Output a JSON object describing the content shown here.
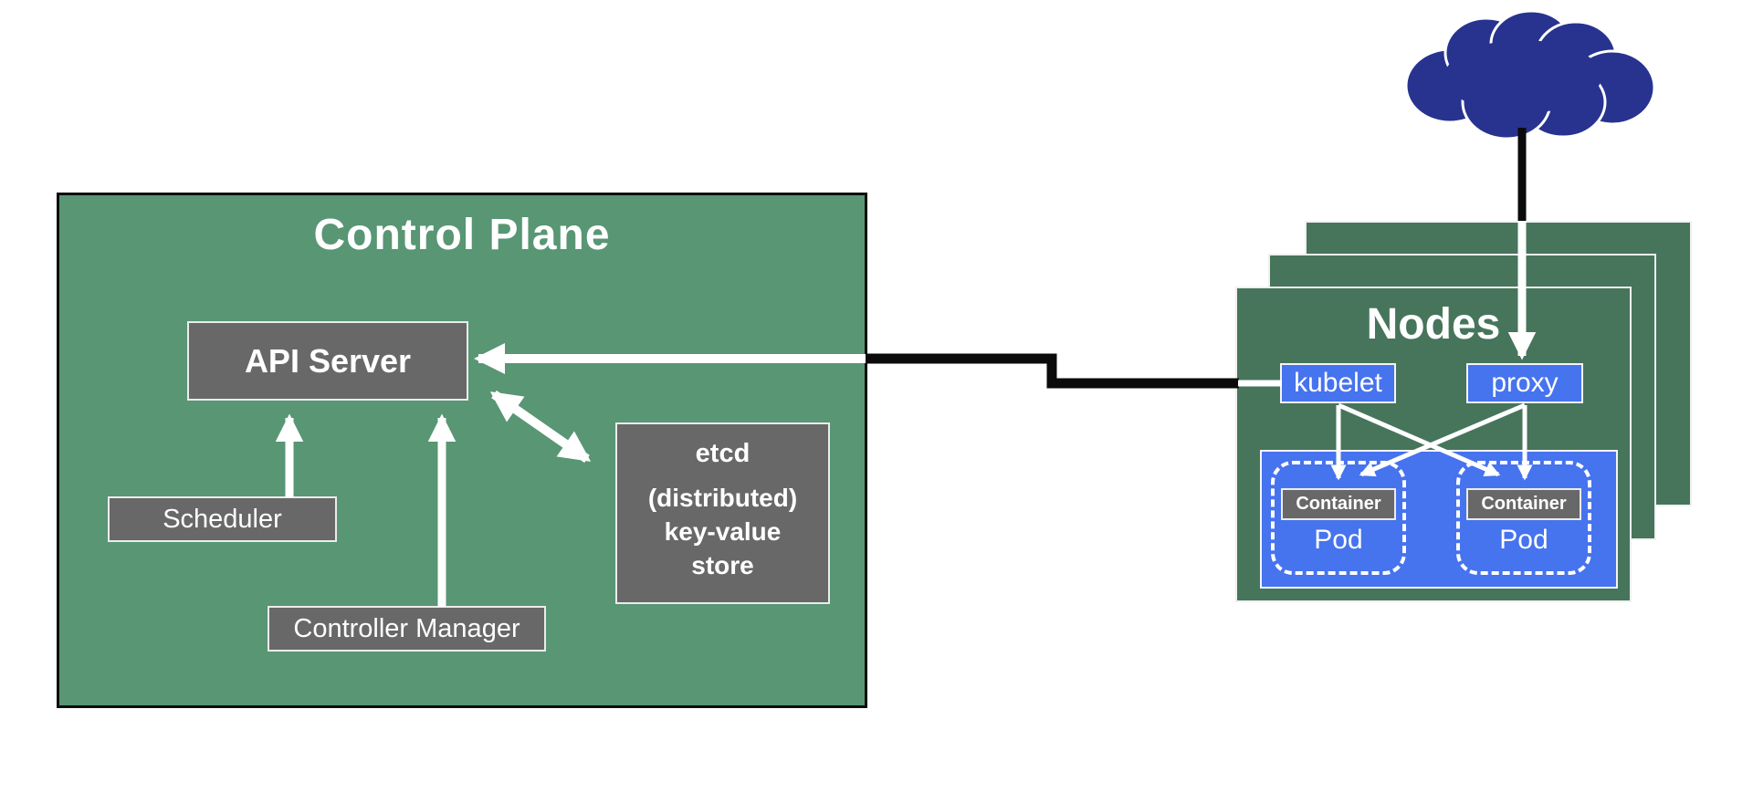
{
  "control_plane": {
    "title": "Control Plane",
    "api_server": "API Server",
    "scheduler": "Scheduler",
    "controller_manager": "Controller Manager",
    "etcd": {
      "name": "etcd",
      "desc_line1": "(distributed)",
      "desc_line2": "key-value",
      "desc_line3": "store"
    }
  },
  "nodes": {
    "title": "Nodes",
    "kubelet": "kubelet",
    "proxy": "proxy",
    "pods": [
      {
        "container_label": "Container",
        "pod_label": "Pod"
      },
      {
        "container_label": "Container",
        "pod_label": "Pod"
      }
    ]
  },
  "colors": {
    "cp-green": "#589674",
    "node-green": "#46755C",
    "k8s-blue": "#4673EE",
    "box-gray": "#686868",
    "cloud-navy": "#27338F",
    "arrow-white": "#FFFFFF",
    "connector-black": "#0B0B0B"
  }
}
